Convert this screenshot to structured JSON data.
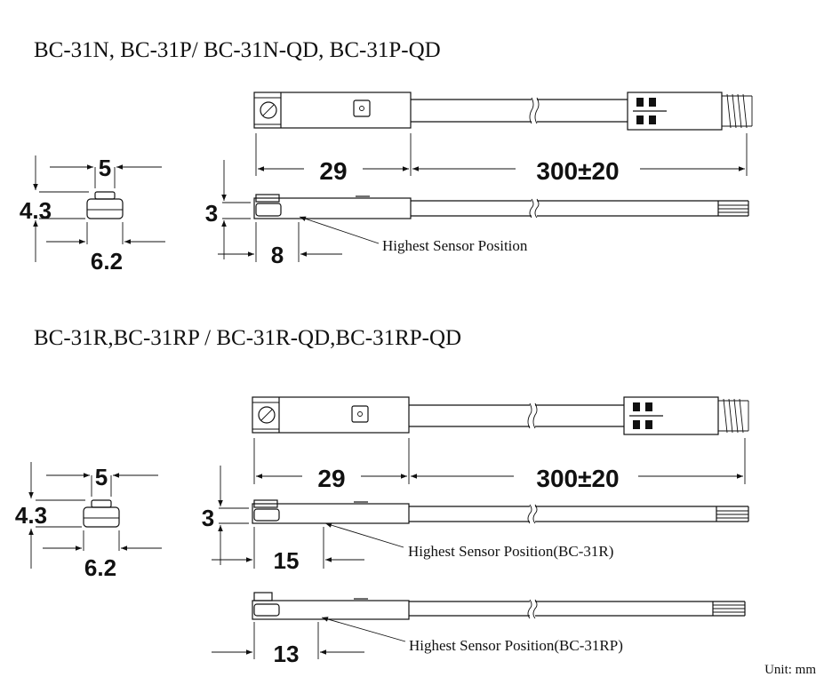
{
  "section1": {
    "title": "BC-31N, BC-31P/ BC-31N-QD, BC-31P-QD",
    "dims": {
      "width_top": "5",
      "height": "4.3",
      "width_bottom": "6.2",
      "thickness": "3",
      "body_length": "29",
      "cable_length": "300±20",
      "sensor_offset": "8"
    },
    "annotation": "Highest Sensor Position"
  },
  "section2": {
    "title": "BC-31R,BC-31RP / BC-31R-QD,BC-31RP-QD",
    "dims": {
      "width_top": "5",
      "height": "4.3",
      "width_bottom": "6.2",
      "thickness": "3",
      "body_length": "29",
      "cable_length": "300±20",
      "sensor_offset_r": "15",
      "sensor_offset_rp": "13"
    },
    "annotation_r": "Highest Sensor Position(BC-31R)",
    "annotation_rp": "Highest Sensor Position(BC-31RP)"
  },
  "unit_label": "Unit: mm"
}
